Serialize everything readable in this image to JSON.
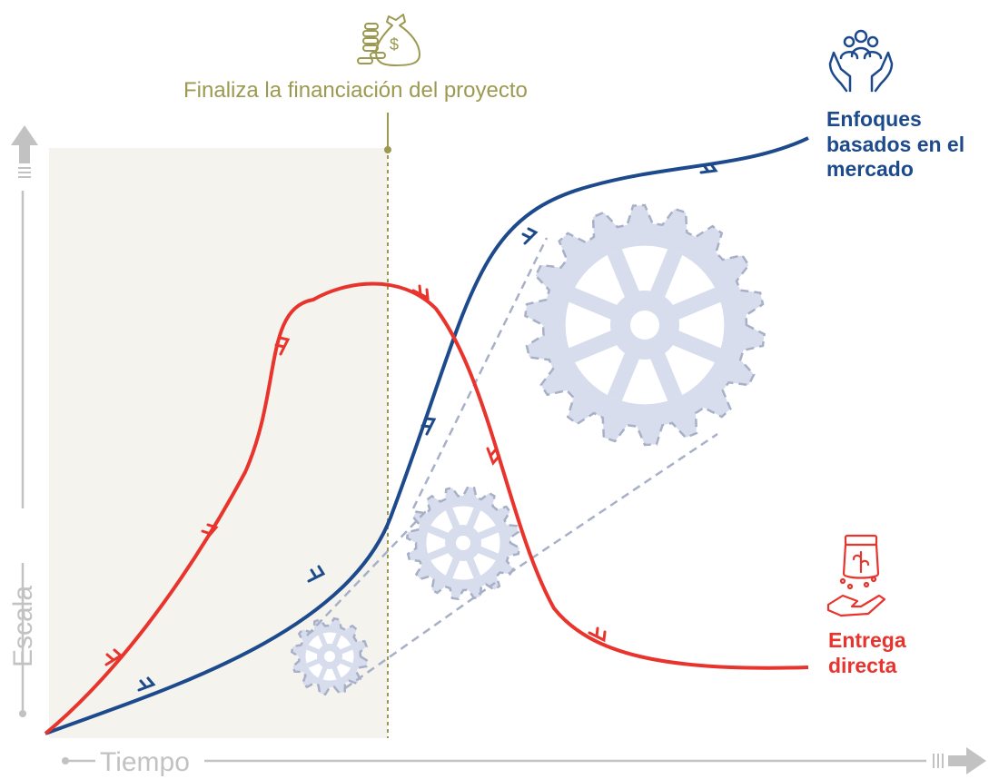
{
  "diagram": {
    "funding_label": "Finaliza la financiación del proyecto",
    "x_axis_label": "Tiempo",
    "y_axis_label": "Escala",
    "series": [
      {
        "key": "market",
        "lines": [
          "Enfoques",
          "basados en el",
          "mercado"
        ],
        "icon": "hands-holding-people-icon",
        "color": "#1d4a8c"
      },
      {
        "key": "direct",
        "lines": [
          "Entrega",
          "directa"
        ],
        "icon": "hand-receiving-seeds-icon",
        "color": "#e8342c"
      }
    ],
    "funding_icon": "money-bag-coins-icon",
    "colors": {
      "funding": "#9c9a50",
      "axis": "#c2c2c2",
      "gear": "#d7dded",
      "shaded_region": "#f5f3ee"
    }
  }
}
